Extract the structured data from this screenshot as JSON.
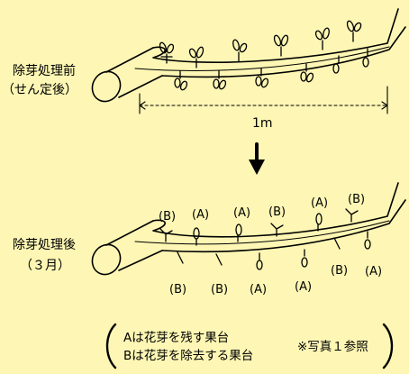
{
  "before": {
    "title": "除芽処理前",
    "subtitle": "（せん定後）",
    "span_label": "1m"
  },
  "after": {
    "title": "除芽処理後",
    "subtitle": "（３月）",
    "top_tags": [
      "(B)",
      "(A)",
      "(A)",
      "(B)",
      "(A)",
      "(B)"
    ],
    "bottom_tags": [
      "(B)",
      "(B)",
      "(A)",
      "(A)",
      "(B)",
      "(A)"
    ]
  },
  "legend": {
    "line_a": "Aは花芽を残す果台",
    "line_b": "Bは花芽を除去する果台",
    "note": "※写真１参照"
  },
  "colors": {
    "background": "#fdf6b4",
    "ink": "#000000"
  }
}
